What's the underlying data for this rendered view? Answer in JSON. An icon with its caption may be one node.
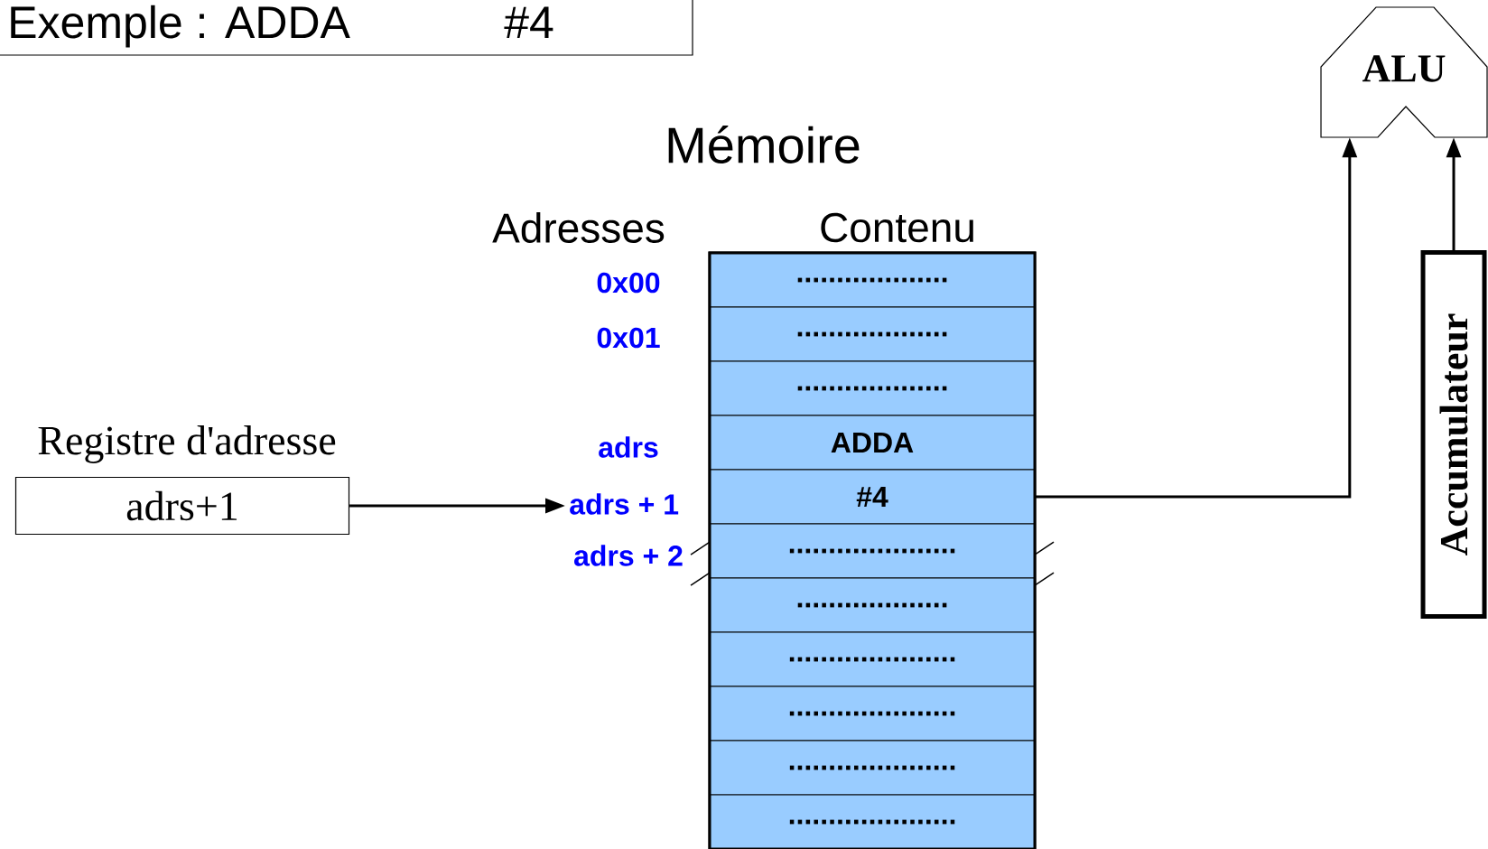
{
  "diagram": {
    "nodes": [
      {
        "text": [
          "Exemple : ADDA",
          "#4"
        ]
      },
      {
        "text": [
          "ALU"
        ]
      },
      {
        "text": [],
        "shape": "box"
      },
      {
        "text": [
          "..................."
        ],
        "in": 2
      },
      {
        "text": [
          "..................."
        ],
        "in": 2
      },
      {
        "text": [
          "..................."
        ],
        "in": 2
      },
      {
        "text": [
          "ADDA"
        ],
        "in": 2
      },
      {
        "text": [
          "#4"
        ],
        "in": 2
      },
      {
        "text": [
          "....................."
        ],
        "in": 2
      },
      {
        "text": [
          "..................."
        ],
        "in": 2
      },
      {
        "text": [
          "....................."
        ],
        "in": 2
      },
      {
        "text": [
          "....................."
        ],
        "in": 2
      },
      {
        "text": [
          "....................."
        ],
        "in": 2
      },
      {
        "text": [
          "....................."
        ],
        "in": 2
      },
      {
        "text": [
          "Registre d'adresse",
          "adrs+1"
        ]
      },
      {
        "text": [
          "adrs + 1"
        ]
      },
      {
        "text": [
          "Accumulateur"
        ]
      }
    ],
    "edges": [
      {
        "from": 14,
        "to": 15,
        "arrow": "to"
      },
      {
        "from": 7,
        "to": 1,
        "arrow": "to"
      },
      {
        "from": 16,
        "to": 1,
        "arrow": "to"
      }
    ],
    "labels": [
      "Mémoire",
      "Adresses",
      "Contenu",
      "0x00",
      "0x01",
      "adrs",
      "adrs + 2"
    ]
  }
}
